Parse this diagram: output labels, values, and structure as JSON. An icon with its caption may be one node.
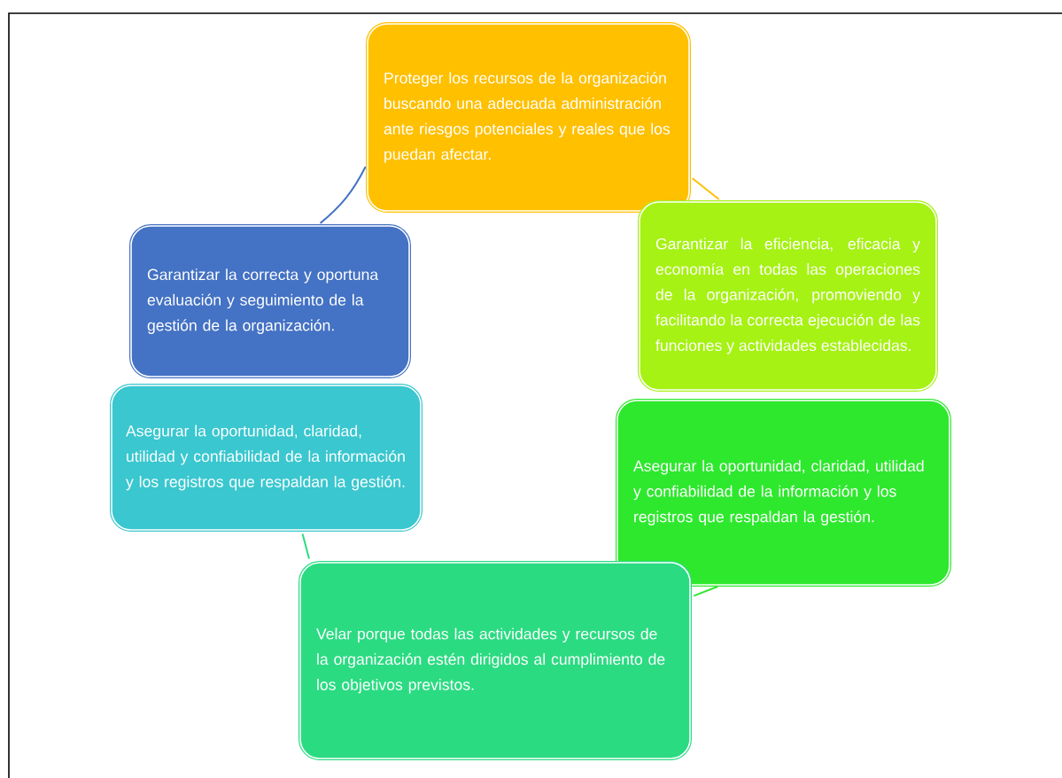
{
  "diagram": {
    "nodes": [
      {
        "text": [
          "Proteger los recursos de la organización buscando una adecuada administración ante riesgos potenciales y reales que los puedan afectar."
        ]
      },
      {
        "text": [
          "Garantizar la eficiencia, eficacia y economía en todas las operaciones de la organización, promoviendo y facilitando la correcta ejecución de las funciones y actividades establecidas."
        ]
      },
      {
        "text": [
          "Garantizar la correcta y oportuna evaluación y seguimiento de la gestión de la organización."
        ]
      },
      {
        "text": [
          "Asegurar la oportunidad, claridad, utilidad y confiabilidad de la información y los registros que respaldan la gestión."
        ]
      },
      {
        "text": [
          "Asegurar la oportunidad, claridad, utilidad y confiabilidad de la información y los registros que respaldan la gestión."
        ]
      },
      {
        "text": [
          "Velar porque todas las actividades y recursos de la organización estén dirigidos al cumplimiento de los objetivos previstos."
        ]
      }
    ],
    "edges": [
      {
        "from": 0,
        "to": 1,
        "arrow": "none",
        "color": "#ffc000"
      },
      {
        "from": 4,
        "to": 5,
        "arrow": "none",
        "color": "#2ee82e"
      },
      {
        "from": 3,
        "to": 5,
        "arrow": "none",
        "color": "#2bdb82"
      },
      {
        "from": 2,
        "to": 0,
        "arrow": "none",
        "color": "#4472c4"
      }
    ]
  }
}
